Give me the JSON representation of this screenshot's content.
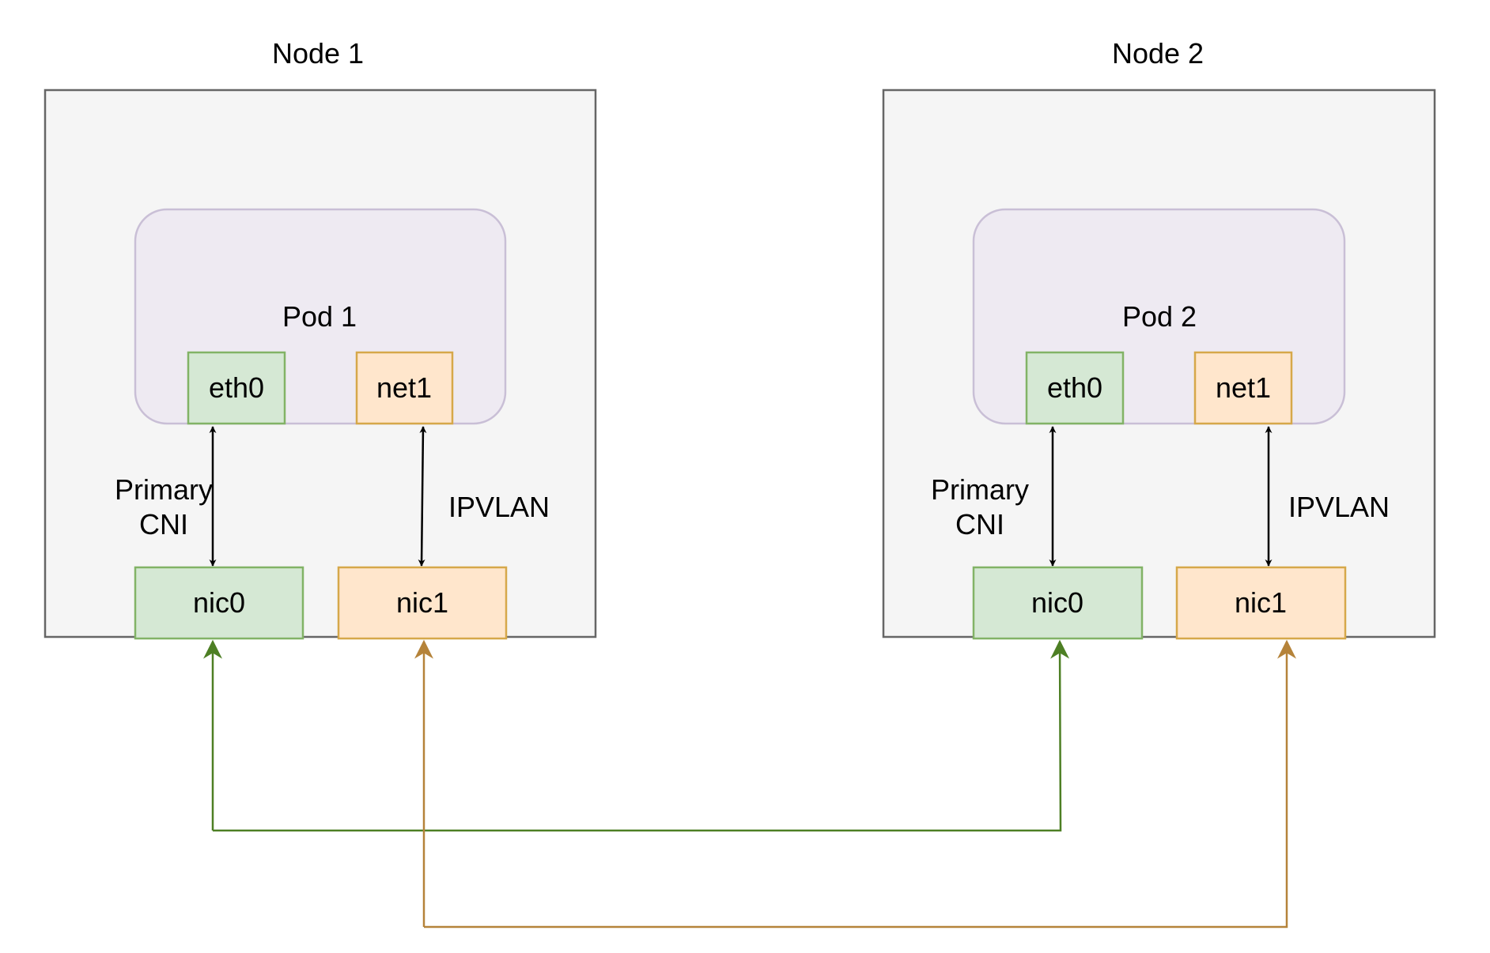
{
  "colors": {
    "node_fill": "#f5f5f5",
    "node_stroke": "#666666",
    "pod_fill": "#eeeaf2",
    "pod_stroke": "#c9bfd6",
    "green_fill": "#d5e8d4",
    "green_stroke": "#82b366",
    "orange_fill": "#ffe6cc",
    "orange_stroke": "#d6a84a",
    "green_link": "#4d7f24",
    "orange_link": "#b5833a",
    "arrow_black": "#000000"
  },
  "nodes": [
    {
      "title": "Node 1",
      "pod": "Pod 1",
      "eth": "eth0",
      "net": "net1",
      "nic0": "nic0",
      "nic1": "nic1",
      "primary_line1": "Primary",
      "primary_line2": "CNI",
      "ipvlan": "IPVLAN"
    },
    {
      "title": "Node 2",
      "pod": "Pod 2",
      "eth": "eth0",
      "net": "net1",
      "nic0": "nic0",
      "nic1": "nic1",
      "primary_line1": "Primary",
      "primary_line2": "CNI",
      "ipvlan": "IPVLAN"
    }
  ]
}
